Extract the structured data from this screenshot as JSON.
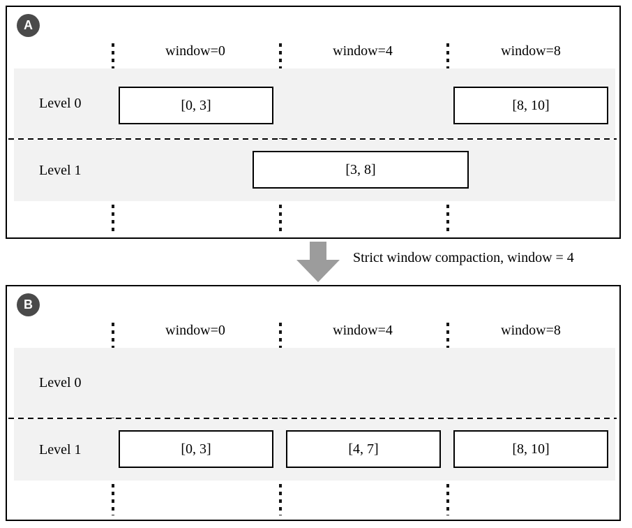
{
  "figure": {
    "arrow_label": "Strict window compaction, window = 4"
  },
  "colors": {
    "row_background": "#f2f2f2",
    "badge_background": "#4a4a4a",
    "arrow_fill": "#9c9c9c",
    "line_color": "#000000"
  },
  "panels": [
    {
      "badge": "A",
      "headers": [
        "window=0",
        "window=4",
        "window=8"
      ],
      "rows": [
        {
          "label": "Level 0",
          "boxes": [
            {
              "text": "[0, 3]"
            },
            {
              "text": "[8, 10]"
            }
          ]
        },
        {
          "label": "Level 1",
          "boxes": [
            {
              "text": "[3, 8]"
            }
          ]
        }
      ]
    },
    {
      "badge": "B",
      "headers": [
        "window=0",
        "window=4",
        "window=8"
      ],
      "rows": [
        {
          "label": "Level 0",
          "boxes": []
        },
        {
          "label": "Level 1",
          "boxes": [
            {
              "text": "[0, 3]"
            },
            {
              "text": "[4, 7]"
            },
            {
              "text": "[8, 10]"
            }
          ]
        }
      ]
    }
  ]
}
